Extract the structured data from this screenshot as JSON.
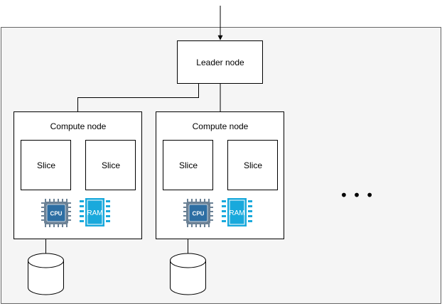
{
  "leader": {
    "label": "Leader node"
  },
  "compute_nodes": [
    {
      "label": "Compute node",
      "slices": [
        "Slice",
        "Slice"
      ],
      "cpu": "CPU",
      "ram": "RAM"
    },
    {
      "label": "Compute node",
      "slices": [
        "Slice",
        "Slice"
      ],
      "cpu": "CPU",
      "ram": "RAM"
    }
  ],
  "more_indicator": "• • •",
  "colors": {
    "cluster_fill": "#f5f5f5",
    "cluster_stroke": "#666666",
    "cpu_fill": "#6b8195",
    "cpu_inner": "#2d6ea3",
    "ram_fill": "#19a9dc",
    "ram_inner": "#0f86bf",
    "line": "#000000"
  },
  "icons": {
    "cpu": "cpu-chip-icon",
    "ram": "ram-chip-icon",
    "storage": "database-cylinder-icon"
  }
}
